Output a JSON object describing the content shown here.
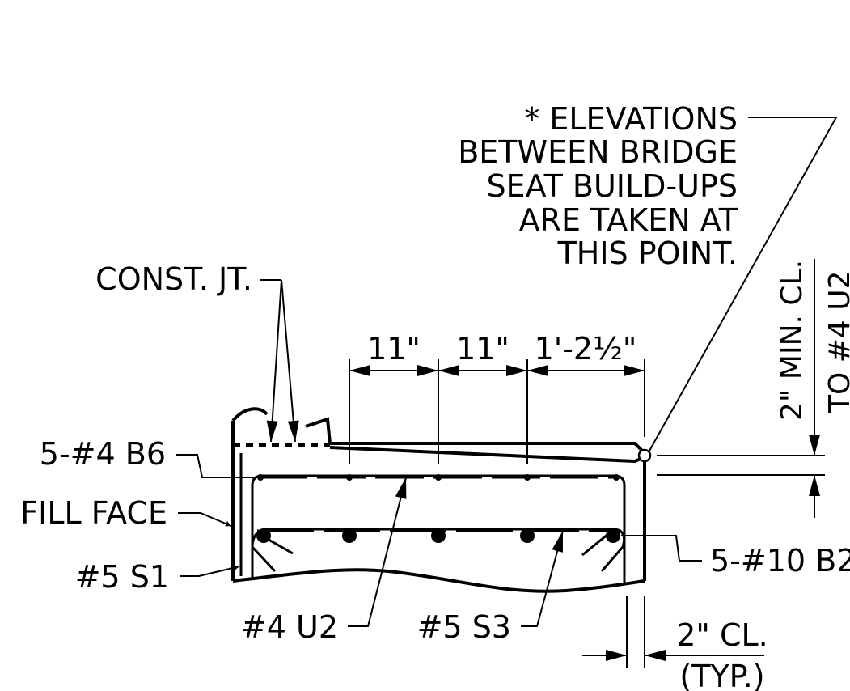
{
  "notes": {
    "elevation_note": [
      "* ELEVATIONS",
      "BETWEEN BRIDGE",
      "SEAT BUILD-UPS",
      "ARE TAKEN AT",
      "THIS POINT."
    ],
    "const_jt": "CONST. JT.",
    "bars_b6": "5-#4 B6",
    "fill_face": "FILL FACE",
    "bar_s1": "#5 S1",
    "bar_u2": "#4 U2",
    "bar_s3": "#5 S3",
    "bars_b2": "5-#10 B2",
    "clearance_bottom": [
      "2\" CL.",
      "(TYP.)"
    ],
    "clearance_vertical": [
      "2\" MIN. CL.",
      "TO #4 U2"
    ]
  },
  "dimensions": {
    "spacing_1": "11\"",
    "spacing_2": "11\"",
    "spacing_3": "1'-2½\""
  },
  "colors": {
    "ink": "#000000",
    "background": "#ffffff"
  }
}
